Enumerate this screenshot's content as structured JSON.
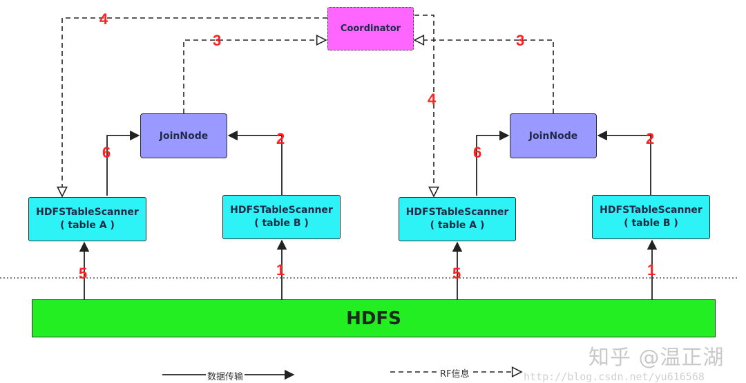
{
  "nodes": {
    "coordinator": "Coordinator",
    "joinnode_left": "JoinNode",
    "joinnode_right": "JoinNode",
    "scanner_a_left": "HDFSTableScanner ( table A )",
    "scanner_b_left": "HDFSTableScanner ( table B )",
    "scanner_a_right": "HDFSTableScanner ( table A )",
    "scanner_b_right": "HDFSTableScanner ( table B )",
    "hdfs": "HDFS"
  },
  "step_labels": {
    "s1_left": "1",
    "s1_right": "1",
    "s2_left": "2",
    "s2_right": "2",
    "s3_left": "3",
    "s3_right": "3",
    "s4_left": "4",
    "s4_right": "4",
    "s5_left": "5",
    "s5_right": "5",
    "s6_left": "6",
    "s6_right": "6"
  },
  "legend": {
    "data_transfer": "数据传输",
    "rf_info": "RF信息"
  },
  "watermark": {
    "zhihu": "知乎 @温正湖",
    "url": "http://blog.csdn.net/yu616568"
  },
  "colors": {
    "scanner": "#2ef3f6",
    "joinnode": "#9999ff",
    "coordinator": "#ff66ff",
    "hdfs": "#22ee22",
    "step_number": "#ff2020"
  }
}
